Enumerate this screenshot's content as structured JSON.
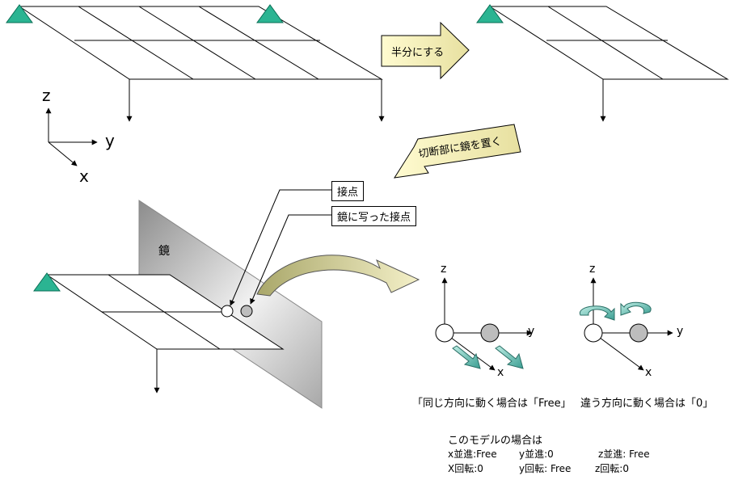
{
  "axes": {
    "x": "x",
    "y": "y",
    "z": "z"
  },
  "arrows": {
    "half": "半分にする",
    "mirror": "切断部に鏡を置く"
  },
  "labels": {
    "mirror": "鏡",
    "contact": "接点",
    "mirrored_contact": "鏡に写った接点"
  },
  "panels": {
    "same_caption": "「同じ方向に動く場合は「Free」",
    "opposite_caption": "違う方向に動く場合は「0」"
  },
  "summary": {
    "title": "このモデルの場合は",
    "x_trans": "x並進:Free",
    "y_trans": "y並進:0",
    "z_trans": "z並進: Free",
    "x_rot": "X回転:0",
    "y_rot": "y回転: Free",
    "z_rot": "z回転:0"
  },
  "colors": {
    "support": "#2bb492",
    "arrow_yellow": "#fffbd0",
    "motion_teal": "#3b9e92",
    "mirror_gray": "#b0b0b0"
  }
}
